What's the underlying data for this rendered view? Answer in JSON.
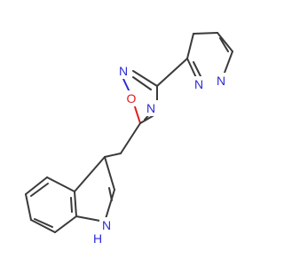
{
  "molecule": {
    "atoms": {
      "n_pyr_a": "N",
      "n_pyr_b": "N",
      "n_ox_2": "N",
      "o_ox": "O",
      "n_ox_4": "N",
      "nh_indole": "H"
    },
    "colors": {
      "bond": "#3a3a3a",
      "nitrogen": "#2b2bd6",
      "oxygen": "#e01e1e",
      "background": "#ffffff"
    }
  }
}
